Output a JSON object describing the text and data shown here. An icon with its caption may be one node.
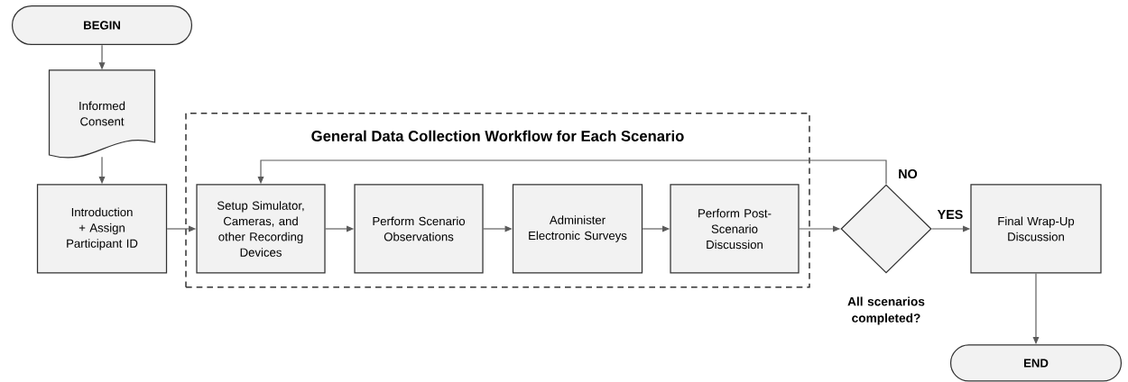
{
  "diagram": {
    "nodes": [
      {
        "text": [
          "BEGIN"
        ]
      },
      {
        "text": [
          "Informed Consent"
        ]
      },
      {
        "text": [
          "Introduction + Assign Participant ID"
        ]
      },
      {
        "text": [
          "General Data Collection Workflow for Each Scenario"
        ]
      },
      {
        "text": [
          "Setup Simulator, Cameras, and other Recording Devices"
        ],
        "in": 3
      },
      {
        "text": [
          "Perform Scenario Observations"
        ],
        "in": 3
      },
      {
        "text": [
          "Administer Electronic Surveys"
        ],
        "in": 3
      },
      {
        "text": [
          "Perform Post-Scenario Discussion"
        ],
        "in": 3
      },
      {
        "text": [],
        "shape": "diamond",
        "beside": [
          "All scenarios completed?"
        ]
      },
      {
        "text": [
          "Final Wrap-Up Discussion"
        ]
      },
      {
        "text": [
          "END"
        ]
      }
    ],
    "edges": [
      {
        "from": 0,
        "to": 1,
        "arrow": "to"
      },
      {
        "from": 1,
        "to": 2,
        "arrow": "to"
      },
      {
        "from": 2,
        "to": 4,
        "arrow": "to"
      },
      {
        "from": 4,
        "to": 5,
        "arrow": "to"
      },
      {
        "from": 5,
        "to": 6,
        "arrow": "to"
      },
      {
        "from": 6,
        "to": 7,
        "arrow": "to"
      },
      {
        "from": 7,
        "to": 8,
        "arrow": "to"
      },
      {
        "from": 8,
        "to": 4,
        "arrow": "to",
        "label": "NO"
      },
      {
        "from": 8,
        "to": 9,
        "arrow": "to",
        "label": "YES"
      },
      {
        "from": 9,
        "to": 10,
        "arrow": "to"
      }
    ]
  }
}
